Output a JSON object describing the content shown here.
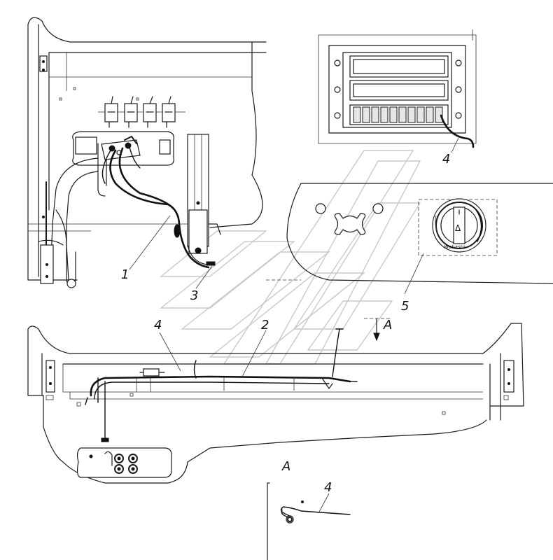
{
  "callouts": {
    "c1": "1",
    "c2": "2",
    "c3": "3",
    "c4_top": "4",
    "c4_mid": "4",
    "c4_bottom": "4",
    "c5": "5"
  },
  "view_labels": {
    "arrow_label": "A",
    "detail_label": "A"
  },
  "heater_brand": "Webasto",
  "heater_symbol": "Δ"
}
